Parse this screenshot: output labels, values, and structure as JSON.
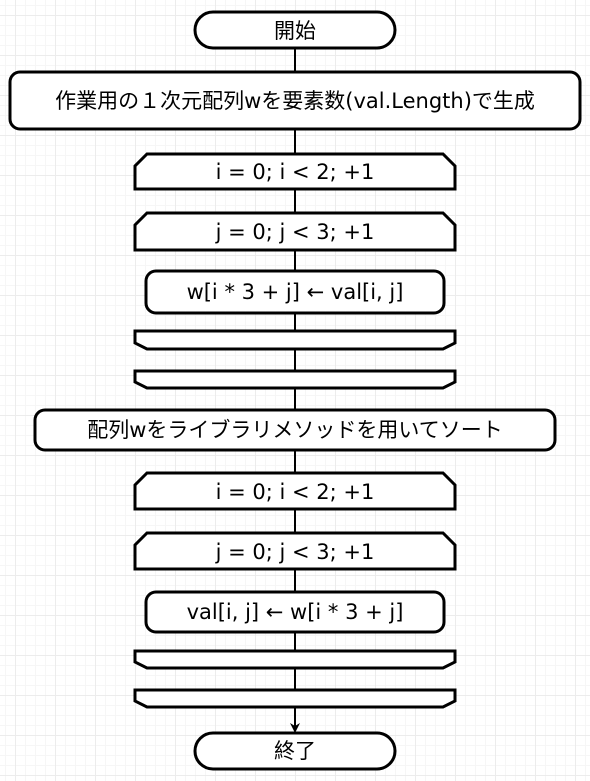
{
  "flowchart": {
    "start_label": "開始",
    "create_array_label": "作業用の１次元配列wを要素数(val.Length)で生成",
    "loop1_outer_label": "i = 0; i < 2; +1",
    "loop1_inner_label": "j = 0; j < 3; +1",
    "copy_to_w_label": "w[i * 3 + j] ← val[i, j]",
    "sort_label": "配列wをライブラリメソッドを用いてソート",
    "loop2_outer_label": "i = 0; i < 2; +1",
    "loop2_inner_label": "j = 0; j < 3; +1",
    "copy_back_label": "val[i, j] ← w[i * 3 + j]",
    "end_label": "終了"
  },
  "colors": {
    "stroke": "#000000",
    "fill": "#ffffff",
    "grid": "#ececec"
  }
}
